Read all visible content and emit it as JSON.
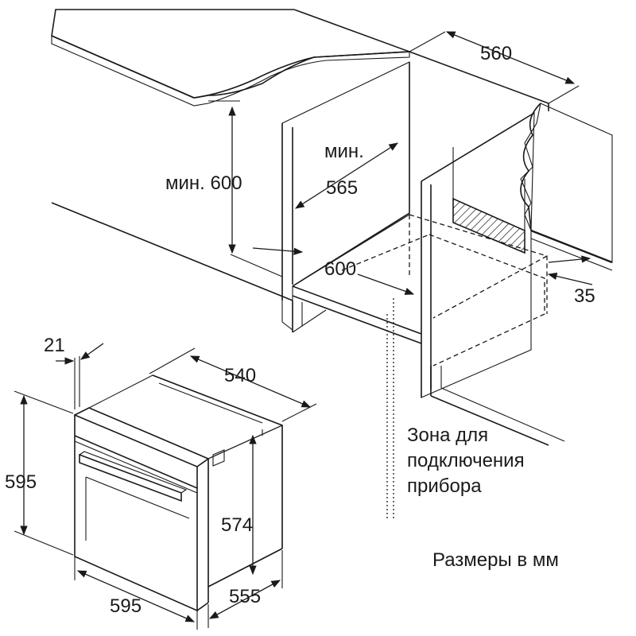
{
  "labels": {
    "niche_height": "мин. 600",
    "niche_depth_line1": "мин.",
    "niche_depth_line2": "565",
    "niche_width": "560",
    "niche_bottom_width": "600",
    "side_gap": "35",
    "connection_zone_line1": "Зона для",
    "connection_zone_line2": "подключения",
    "connection_zone_line3": "прибора",
    "units_note": "Размеры в мм",
    "oven_front_thickness": "21",
    "oven_body_depth": "540",
    "oven_height": "595",
    "oven_body_height": "574",
    "oven_width": "595",
    "oven_total_depth": "555"
  },
  "colors": {
    "countertop_fill": "#d4d4d4",
    "wall_fill": "#dcdcdc",
    "line": "#1a1a1a"
  }
}
